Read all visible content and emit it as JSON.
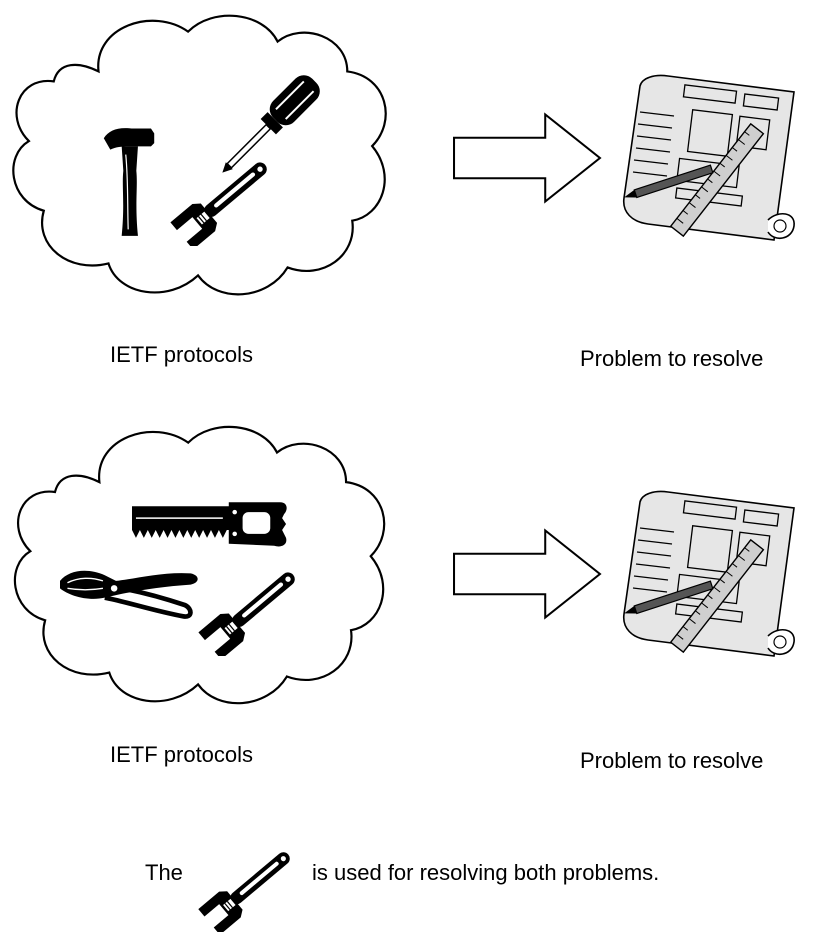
{
  "rows": [
    {
      "cloud_label": "IETF protocols",
      "problem_label": "Problem to resolve",
      "tools": [
        "hammer-icon",
        "screwdriver-icon",
        "wrench-icon"
      ]
    },
    {
      "cloud_label": "IETF protocols",
      "problem_label": "Problem to resolve",
      "tools": [
        "saw-icon",
        "pliers-icon",
        "wrench-icon"
      ]
    }
  ],
  "caption": {
    "before": "The",
    "icon": "wrench-icon",
    "after": "is used for resolving both problems."
  },
  "colors": {
    "stroke": "#000000",
    "paper": "#e6e6e6",
    "background": "#ffffff"
  }
}
